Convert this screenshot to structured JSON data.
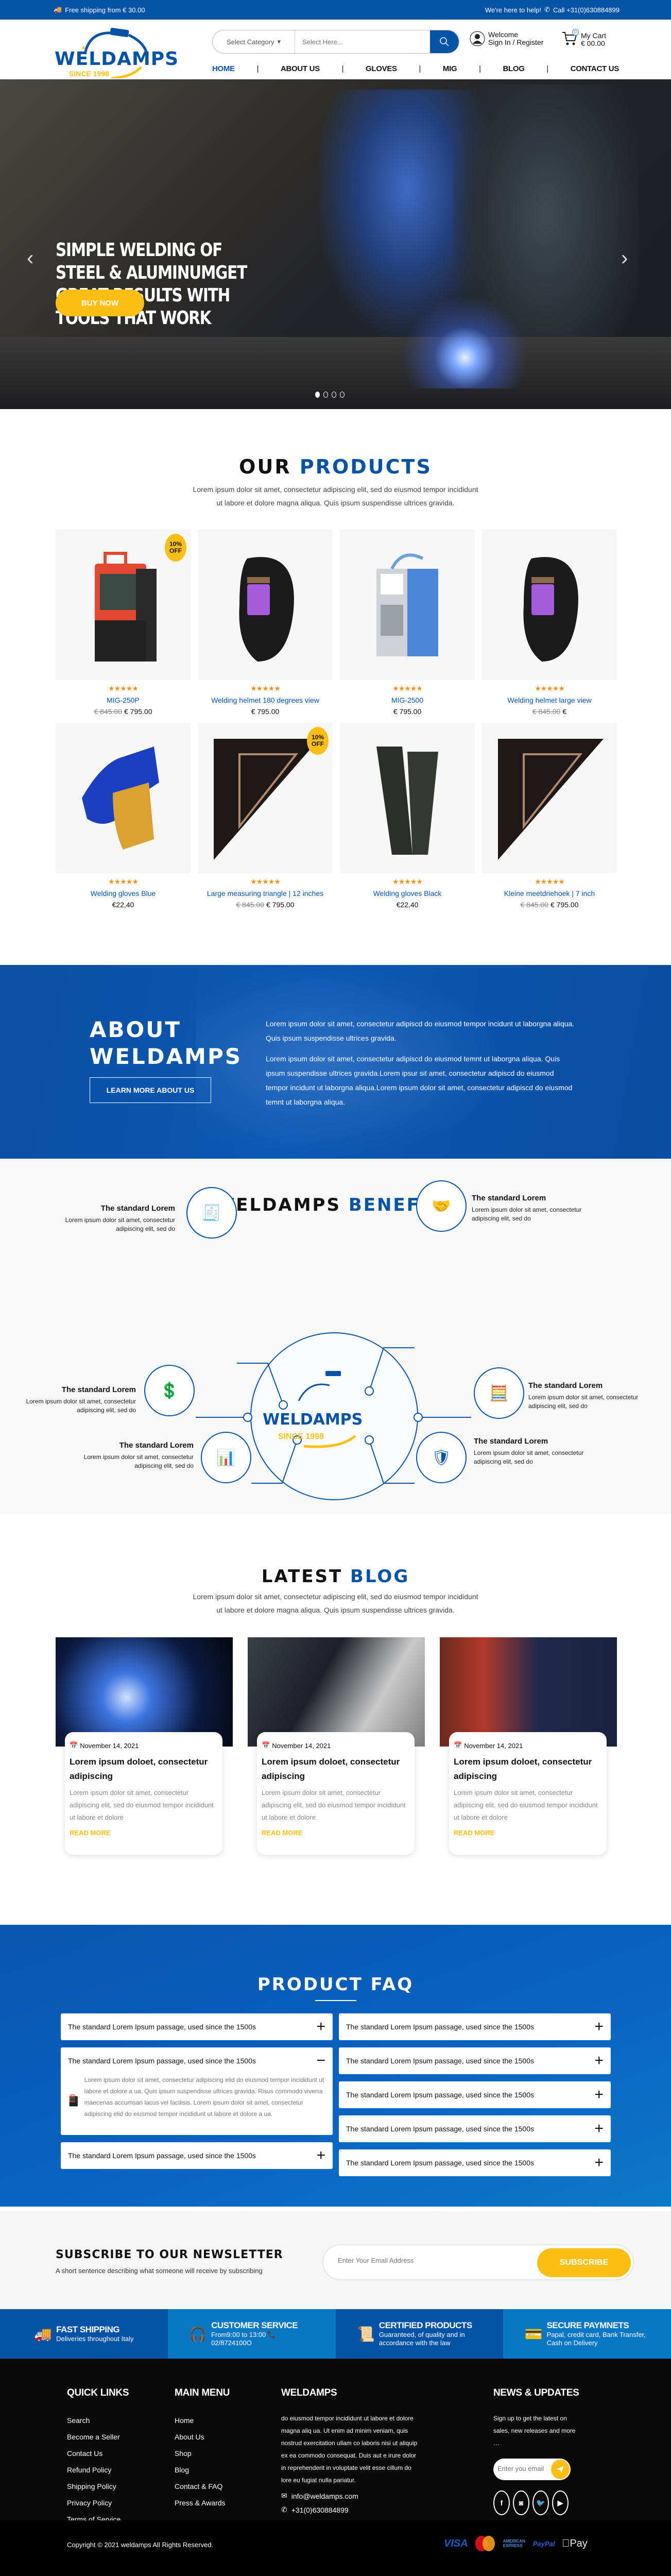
{
  "topbar": {
    "shipping": "Free shipping from € 30.00",
    "help": "We're here to help!",
    "call": "Call +31(0)630884899"
  },
  "header": {
    "logo_text": "WELDAMPS",
    "logo_since": "SINCE 1998",
    "search": {
      "category": "Select Category",
      "placeholder": "Select Here..."
    },
    "account": {
      "line1": "Welcome",
      "line2": "Sign In / Register"
    },
    "cart": {
      "count": "0",
      "label": "My Cart",
      "total": "€ 00.00"
    },
    "nav": [
      "HOME",
      "ABOUT US",
      "GLOVES",
      "MIG",
      "BLOG",
      "CONTACT US"
    ],
    "nav_active": "HOME"
  },
  "hero": {
    "title": "SIMPLE WELDING OF STEEL & ALUMINUMGET GREAT RESULTS WITH TOOLS THAT WORK",
    "button": "BUY NOW",
    "slides": 4,
    "active_slide": 1
  },
  "products": {
    "title_a": "OUR",
    "title_b": "PRODUCTS",
    "desc1": "Lorem ipsum dolor sit amet, consectetur adipiscing elit, sed do eiusmod tempor incididunt",
    "desc2": "ut labore et dolore magna aliqua. Quis ipsum suspendisse ultrices gravida.",
    "rating": "★★★★★",
    "items": [
      {
        "name": "MIG-250P",
        "old_price": "€ 845.00",
        "price": "€ 795.00",
        "badge": "10% OFF",
        "img": "welder-red"
      },
      {
        "name": "Welding helmet 180 degrees view",
        "old_price": "",
        "price": "€ 795.00",
        "badge": "",
        "img": "helmet"
      },
      {
        "name": "MIG-2500",
        "old_price": "",
        "price": "€ 795.00",
        "badge": "",
        "img": "welder-blue"
      },
      {
        "name": "Welding helmet large view",
        "old_price": "€ 845.00",
        "price": "€",
        "badge": "",
        "img": "helmet"
      },
      {
        "name": "Welding gloves Blue",
        "old_price": "",
        "price": "€22,40",
        "badge": "",
        "img": "gloves-blue"
      },
      {
        "name": "Large measuring triangle | 12 inches",
        "old_price": "€ 845.00",
        "price": "€ 795.00",
        "badge": "10% OFF",
        "img": "triangle"
      },
      {
        "name": "Welding gloves Black",
        "old_price": "",
        "price": "€22,40",
        "badge": "",
        "img": "gloves-black"
      },
      {
        "name": "Kleine meetdriehoek | 7 inch",
        "old_price": "€ 845.00",
        "price": "€ 795.00",
        "badge": "",
        "img": "triangle"
      }
    ]
  },
  "about": {
    "title1": "ABOUT",
    "title2": "WELDAMPS",
    "button": "LEARN MORE ABOUT US",
    "para1": "Lorem ipsum dolor sit amet, consectetur adipiscd do eiusmod tempor incidunt ut laborgna aliqua. Quis ipsum suspendisse ultrices gravida.",
    "para2": "Lorem ipsum dolor sit amet, consectetur adipiscd do eiusmod temnt ut laborgna aliqua. Quis ipsum suspendisse ultrices gravida.Lorem ipsur sit amet, consectetur adipiscd do eiusmod tempor incidunt ut laborgna aliqua.Lorem ipsum dolor sit amet, consectetur adipiscd do eiusmod temnt ut laborgna aliqua."
  },
  "benefits": {
    "title_a": "WELDAMPS",
    "title_b": "BENEFITS",
    "center_logo": "WELDAMPS",
    "center_since": "SINCE 1998",
    "items": [
      {
        "title": "The standard Lorem",
        "text": "Lorem ipsum dolor sit amet, consectetur adipiscing elit, sed do",
        "icon": "invoice-icon"
      },
      {
        "title": "The standard Lorem",
        "text": "Lorem ipsum dolor sit amet, consectetur adipiscing elit, sed do",
        "icon": "handshake-icon"
      },
      {
        "title": "The standard Lorem",
        "text": "Lorem ipsum dolor sit amet, consectetur adipiscing elit, sed do",
        "icon": "money-hand-icon"
      },
      {
        "title": "The standard Lorem",
        "text": "Lorem ipsum dolor sit amet, consectetur adipiscing elit, sed do",
        "icon": "calculator-coins-icon"
      },
      {
        "title": "The standard Lorem",
        "text": "Lorem ipsum dolor sit amet, consectetur adipiscing elit, sed do",
        "icon": "report-chart-icon"
      },
      {
        "title": "The standard Lorem",
        "text": "Lorem ipsum dolor sit amet, consectetur adipiscing elit, sed do",
        "icon": "shield-lock-icon"
      }
    ]
  },
  "blog": {
    "title_a": "LATEST",
    "title_b": "BLOG",
    "desc1": "Lorem ipsum dolor sit amet, consectetur adipiscing elit, sed do eiusmod tempor incididunt",
    "desc2": "ut labore et dolore magna aliqua. Quis ipsum suspendisse ultrices gravida.",
    "posts": [
      {
        "date": "November 14, 2021",
        "title": "Lorem ipsum doloet, consectetur adipiscing",
        "excerpt": "Lorem ipsum dolor sit amet, consectetur adipiscing elit, sed do eiusmod tempor incididunt ut labore et dolore",
        "more": "READ MORE"
      },
      {
        "date": "November 14, 2021",
        "title": "Lorem ipsum doloet, consectetur adipiscing",
        "excerpt": "Lorem ipsum dolor sit amet, consectetur adipiscing elit, sed do eiusmod tempor incididunt ut labore et dolore",
        "more": "READ MORE"
      },
      {
        "date": "November 14, 2021",
        "title": "Lorem ipsum doloet, consectetur adipiscing",
        "excerpt": "Lorem ipsum dolor sit amet, consectetur adipiscing elit, sed do eiusmod tempor incididunt ut labore et dolore",
        "more": "READ MORE"
      }
    ]
  },
  "faq": {
    "title": "PRODUCT FAQ",
    "question": "The standard Lorem Ipsum passage, used since the 1500s",
    "open_answer": "Lorem ipsum dolor sit amet, consectetur adipiscing elid do eiusmod tempor incididunt ut labore et dolore a ua. Quis ipsum suspendisse ultrices gravida. Risus commodo viverra maecenas accumsan lacus vel facilisis. Lorem ipsum dolor sit amet, consectetur adipiscing elid do eiusmod tempor incididunt ut labore et dolore a ua.",
    "left": [
      {
        "q": "The standard Lorem Ipsum passage, used since the 1500s",
        "open": false
      },
      {
        "q": "The standard Lorem Ipsum passage, used since the 1500s",
        "open": true
      },
      {
        "q": "The standard Lorem Ipsum passage, used since the 1500s",
        "open": false
      }
    ],
    "right": [
      {
        "q": "The standard Lorem Ipsum passage, used since the 1500s",
        "open": false
      },
      {
        "q": "The standard Lorem Ipsum passage, used since the 1500s",
        "open": false
      },
      {
        "q": "The standard Lorem Ipsum passage, used since the 1500s",
        "open": false
      },
      {
        "q": "The standard Lorem Ipsum passage, used since the 1500s",
        "open": false
      },
      {
        "q": "The standard Lorem Ipsum passage, used since the 1500s",
        "open": false
      }
    ]
  },
  "newsletter": {
    "title": "SUBSCRIBE TO OUR NEWSLETTER",
    "desc": "A short sentence describing what someone will receive by subscribing",
    "placeholder": "Enter Your Email Address",
    "button": "SUBSCRIBE"
  },
  "features": [
    {
      "title": "FAST SHIPPING",
      "text": "Deliveries throughout Italy",
      "icon": "truck-icon",
      "bg": "#0453a6"
    },
    {
      "title": "CUSTOMER SERVICE",
      "text": "From9:00 to 13:00  📞 02/8724100O",
      "icon": "headset-icon",
      "bg": "#0a77c5"
    },
    {
      "title": "CERTIFIED PRODUCTS",
      "text": "Guaranteed, of quality and in accordance with the law",
      "icon": "certificate-icon",
      "bg": "#0453a6"
    },
    {
      "title": "SECURE PAYMNETS",
      "text": "Papal, credit card, Bank Transfer, Cash on Delivery",
      "icon": "card-shield-icon",
      "bg": "#0a77c5"
    }
  ],
  "footer": {
    "quick_links": {
      "title": "QUICK LINKS",
      "items": [
        "Search",
        "Become a Seller",
        "Contact Us",
        "Refund Policy",
        "Shipping Policy",
        "Privacy Policy",
        "Terms of Service"
      ]
    },
    "main_menu": {
      "title": "MAIN MENU",
      "items": [
        "Home",
        "About Us",
        "Shop",
        "Blog",
        "Contact & FAQ",
        "Press & Awards"
      ]
    },
    "about": {
      "title": "WELDAMPS",
      "text": "do eiusmod tempor incididunt ut labore et dolore magna aliq ua. Ut enim ad minim veniam, quis nostrud exercitation ullam co laboris nisi ut aliquip ex ea commodo consequat. Duis aut e irure dolor in reprehenderit in voluptate velit esse cillum do lore eu fugiat nulla pariatur.",
      "email": "info@weldamps.com",
      "phone": "+31(0)630884899"
    },
    "news": {
      "title": "NEWS & UPDATES",
      "text": "Sign up to get the latest on sales, new releases and more …",
      "placeholder": "Enter you email",
      "social": [
        "f",
        "◙",
        "🐦",
        "▶"
      ]
    },
    "copyright": "Copyright © 2021 weldamps All Rights Reserved.",
    "payments": [
      "VISA",
      "MasterCard",
      "AMERICAN EXPRESS",
      "PayPal",
      "Pay"
    ]
  },
  "colors": {
    "primary": "#0453a6",
    "accent": "#fdbf14",
    "star": "#f7901e"
  }
}
